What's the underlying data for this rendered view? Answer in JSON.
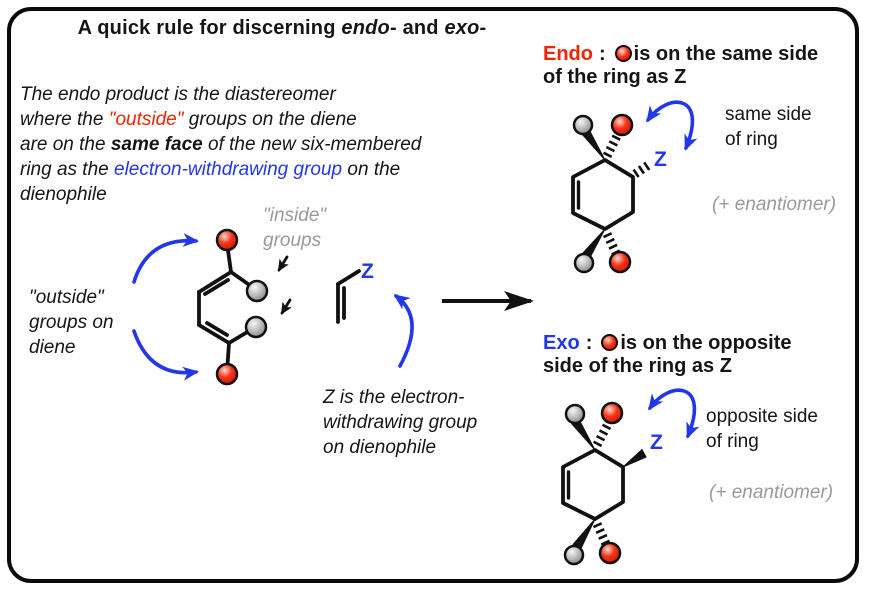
{
  "colors": {
    "red": "#ee2500",
    "blue": "#2237e8",
    "gray_label": "#9a9a9a",
    "ink": "#151515"
  },
  "title": {
    "t1": "A quick rule for discerning ",
    "t2": "endo-",
    "t3": " and ",
    "t4": "exo-"
  },
  "intro": {
    "s1": "The endo product is the diastereomer\nwhere the ",
    "s2": "\"outside\"",
    "s3": " groups on the diene\nare on the ",
    "s4": "same face",
    "s5": " of the new six-membered\nring as the ",
    "s6": "electron-withdrawing group",
    "s7": " on the\ndienophile"
  },
  "diene": {
    "outside_label": "\"outside\"\ngroups on\ndiene",
    "inside_label": "\"inside\"\ngroups"
  },
  "dienophile": {
    "z": "Z",
    "note": "Z is the electron-\nwithdrawing group\non dienophile"
  },
  "endo": {
    "name": "Endo",
    "colon": ":",
    "line1": "is on the same side",
    "line2": "of the ring as Z",
    "z": "Z",
    "arrow_label": "same side\nof ring",
    "enantiomer": "(+ enantiomer)"
  },
  "exo": {
    "name": "Exo",
    "colon": ":",
    "line1": "is on the opposite",
    "line2": "side of the ring as Z",
    "z": "Z",
    "arrow_label": "opposite side\nof ring",
    "enantiomer": "(+ enantiomer)"
  }
}
